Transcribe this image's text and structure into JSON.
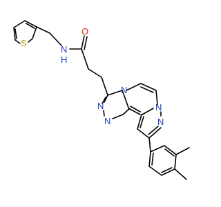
{
  "atom_labels": {
    "thiophene_S": "S",
    "amide_N": "N",
    "amide_H": "H",
    "carbonyl_O": "O",
    "triazole_N4": "N",
    "triazole_N1": "N",
    "triazole_N2": "N",
    "pyrazole_N1": "N",
    "pyrazole_N2": "N"
  },
  "colors": {
    "bond": "#000000",
    "nitrogen": "#1f3fbf",
    "oxygen": "#e0241b",
    "sulfur": "#b8a000"
  }
}
